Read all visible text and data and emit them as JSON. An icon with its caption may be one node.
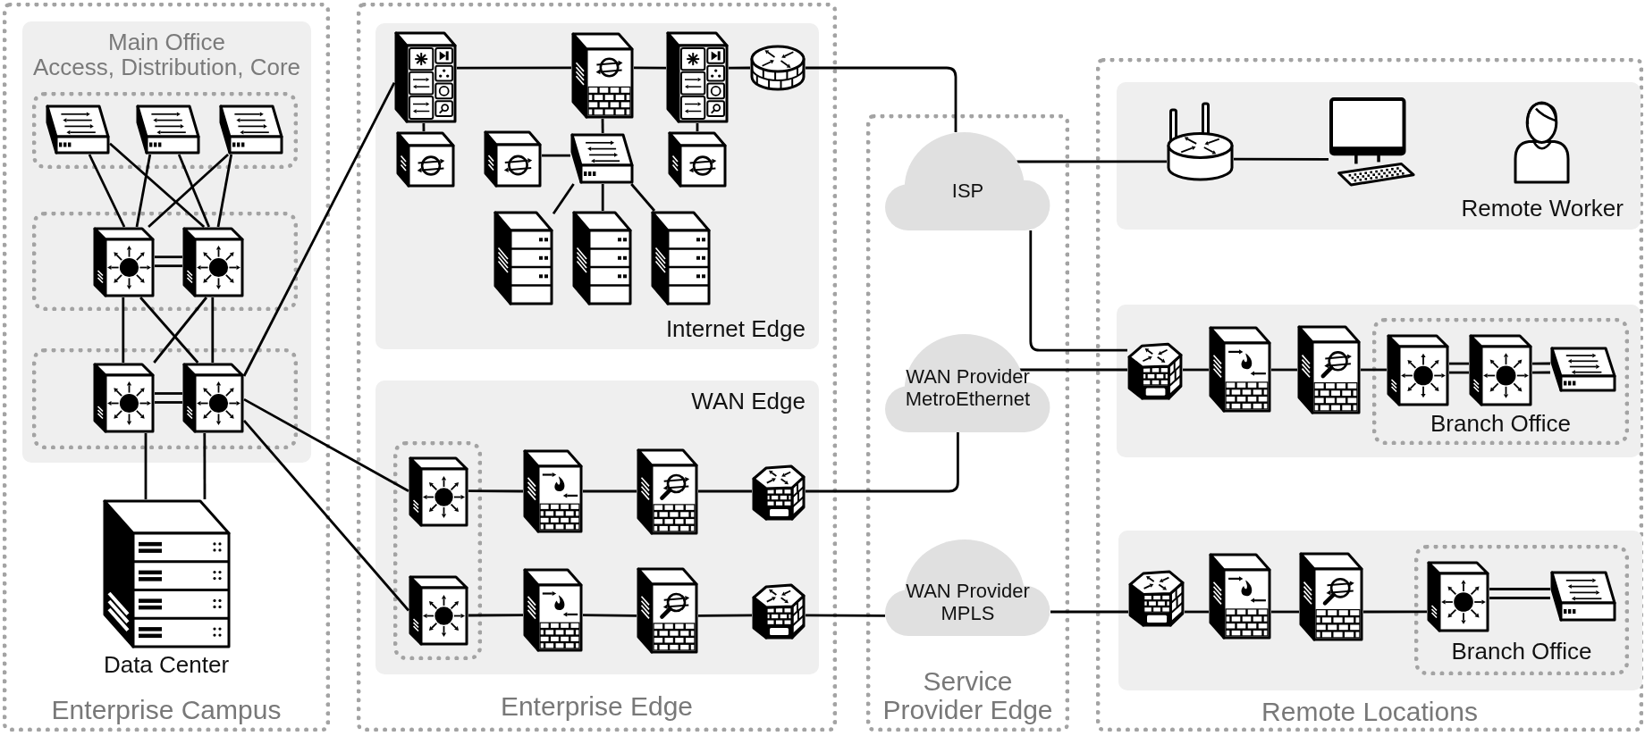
{
  "diagram": {
    "nodes": [
      {
        "text": [
          "Enterprise Campus"
        ]
      },
      {
        "text": [
          "Main Office",
          "Access, Distribution, Core"
        ],
        "in": 0
      },
      {
        "text": [],
        "shape": "box",
        "in": 1
      },
      {
        "text": [],
        "shape": "picture",
        "in": 2
      },
      {
        "text": [],
        "shape": "picture",
        "in": 2
      },
      {
        "text": [],
        "shape": "picture",
        "in": 2
      },
      {
        "text": [],
        "shape": "box",
        "in": 1
      },
      {
        "text": [],
        "shape": "picture",
        "in": 6
      },
      {
        "text": [],
        "shape": "picture",
        "in": 6
      },
      {
        "text": [],
        "shape": "box",
        "in": 1
      },
      {
        "text": [],
        "shape": "picture",
        "in": 9
      },
      {
        "text": [],
        "shape": "picture",
        "in": 9
      },
      {
        "text": [
          "Data Center"
        ],
        "in": 0
      },
      {
        "text": [
          "Enterprise Edge"
        ]
      },
      {
        "text": [
          "Internet Edge"
        ],
        "in": 13
      },
      {
        "text": [],
        "shape": "picture",
        "in": 14
      },
      {
        "text": [],
        "shape": "picture",
        "in": 14
      },
      {
        "text": [],
        "shape": "picture",
        "in": 14
      },
      {
        "text": [],
        "shape": "picture",
        "in": 14
      },
      {
        "text": [],
        "shape": "picture",
        "in": 14
      },
      {
        "text": [],
        "shape": "picture",
        "in": 14
      },
      {
        "text": [],
        "shape": "picture",
        "in": 14
      },
      {
        "text": [],
        "shape": "picture",
        "in": 14
      },
      {
        "text": [],
        "shape": "picture",
        "in": 14
      },
      {
        "text": [],
        "shape": "picture",
        "in": 14
      },
      {
        "text": [],
        "shape": "picture",
        "in": 14
      },
      {
        "text": [
          "WAN Edge"
        ],
        "in": 13
      },
      {
        "text": [],
        "shape": "box",
        "in": 26
      },
      {
        "text": [],
        "shape": "picture",
        "in": 27
      },
      {
        "text": [],
        "shape": "picture",
        "in": 26
      },
      {
        "text": [],
        "shape": "picture",
        "in": 26
      },
      {
        "text": [],
        "shape": "picture",
        "in": 26
      },
      {
        "text": [],
        "shape": "picture",
        "in": 27
      },
      {
        "text": [],
        "shape": "picture",
        "in": 26
      },
      {
        "text": [],
        "shape": "picture",
        "in": 26
      },
      {
        "text": [],
        "shape": "picture",
        "in": 26
      },
      {
        "text": [
          "Service Provider Edge"
        ]
      },
      {
        "text": [
          "ISP"
        ],
        "in": 36
      },
      {
        "text": [
          "WAN Provider MetroEthernet"
        ],
        "in": 36
      },
      {
        "text": [
          "WAN Provider MPLS"
        ],
        "in": 36
      },
      {
        "text": [
          "Remote Locations"
        ]
      },
      {
        "text": [
          "Remote Worker"
        ],
        "in": 40
      },
      {
        "text": [],
        "shape": "picture",
        "in": 41
      },
      {
        "text": [],
        "shape": "picture",
        "in": 41
      },
      {
        "text": [],
        "shape": "person",
        "in": 41
      },
      {
        "text": [],
        "shape": "box",
        "in": 40
      },
      {
        "text": [],
        "shape": "picture",
        "in": 45
      },
      {
        "text": [],
        "shape": "picture",
        "in": 45
      },
      {
        "text": [],
        "shape": "picture",
        "in": 45
      },
      {
        "text": [
          "Branch Office"
        ],
        "in": 45
      },
      {
        "text": [],
        "shape": "picture",
        "in": 49
      },
      {
        "text": [],
        "shape": "picture",
        "in": 49
      },
      {
        "text": [],
        "shape": "picture",
        "in": 49
      },
      {
        "text": [],
        "shape": "box",
        "in": 40
      },
      {
        "text": [],
        "shape": "picture",
        "in": 53
      },
      {
        "text": [],
        "shape": "picture",
        "in": 53
      },
      {
        "text": [],
        "shape": "picture",
        "in": 53
      },
      {
        "text": [
          "Branch Office"
        ],
        "in": 53
      },
      {
        "text": [],
        "shape": "picture",
        "in": 57
      },
      {
        "text": [],
        "shape": "picture",
        "in": 57
      }
    ],
    "edges": [
      {
        "from": 3,
        "to": 7,
        "arrow": "none"
      },
      {
        "from": 3,
        "to": 8,
        "arrow": "none"
      },
      {
        "from": 4,
        "to": 7,
        "arrow": "none"
      },
      {
        "from": 4,
        "to": 8,
        "arrow": "none"
      },
      {
        "from": 5,
        "to": 7,
        "arrow": "none"
      },
      {
        "from": 5,
        "to": 8,
        "arrow": "none"
      },
      {
        "from": 7,
        "to": 8,
        "arrow": "none"
      },
      {
        "from": 7,
        "to": 8,
        "arrow": "none"
      },
      {
        "from": 7,
        "to": 10,
        "arrow": "none"
      },
      {
        "from": 7,
        "to": 11,
        "arrow": "none"
      },
      {
        "from": 8,
        "to": 10,
        "arrow": "none"
      },
      {
        "from": 8,
        "to": 11,
        "arrow": "none"
      },
      {
        "from": 10,
        "to": 11,
        "arrow": "none"
      },
      {
        "from": 10,
        "to": 11,
        "arrow": "none"
      },
      {
        "from": 10,
        "to": 12,
        "arrow": "none"
      },
      {
        "from": 11,
        "to": 12,
        "arrow": "none"
      },
      {
        "from": 11,
        "to": 15,
        "arrow": "none"
      },
      {
        "from": 11,
        "to": 28,
        "arrow": "none"
      },
      {
        "from": 11,
        "to": 32,
        "arrow": "none"
      },
      {
        "from": 15,
        "to": 16,
        "arrow": "none"
      },
      {
        "from": 16,
        "to": 17,
        "arrow": "none"
      },
      {
        "from": 17,
        "to": 18,
        "arrow": "none"
      },
      {
        "from": 18,
        "to": 37,
        "arrow": "none"
      },
      {
        "from": 15,
        "to": 19,
        "arrow": "none"
      },
      {
        "from": 16,
        "to": 21,
        "arrow": "none"
      },
      {
        "from": 17,
        "to": 22,
        "arrow": "none"
      },
      {
        "from": 20,
        "to": 21,
        "arrow": "none"
      },
      {
        "from": 21,
        "to": 23,
        "arrow": "none"
      },
      {
        "from": 21,
        "to": 24,
        "arrow": "none"
      },
      {
        "from": 21,
        "to": 25,
        "arrow": "none"
      },
      {
        "from": 28,
        "to": 29,
        "arrow": "none"
      },
      {
        "from": 29,
        "to": 30,
        "arrow": "none"
      },
      {
        "from": 30,
        "to": 31,
        "arrow": "none"
      },
      {
        "from": 31,
        "to": 38,
        "arrow": "none"
      },
      {
        "from": 32,
        "to": 33,
        "arrow": "none"
      },
      {
        "from": 33,
        "to": 34,
        "arrow": "none"
      },
      {
        "from": 34,
        "to": 35,
        "arrow": "none"
      },
      {
        "from": 35,
        "to": 39,
        "arrow": "none"
      },
      {
        "from": 37,
        "to": 42,
        "arrow": "none"
      },
      {
        "from": 42,
        "to": 43,
        "arrow": "none"
      },
      {
        "from": 37,
        "to": 46,
        "arrow": "none"
      },
      {
        "from": 38,
        "to": 46,
        "arrow": "none"
      },
      {
        "from": 46,
        "to": 47,
        "arrow": "none"
      },
      {
        "from": 47,
        "to": 48,
        "arrow": "none"
      },
      {
        "from": 48,
        "to": 50,
        "arrow": "none"
      },
      {
        "from": 50,
        "to": 51,
        "arrow": "none"
      },
      {
        "from": 50,
        "to": 51,
        "arrow": "none"
      },
      {
        "from": 51,
        "to": 52,
        "arrow": "none"
      },
      {
        "from": 51,
        "to": 52,
        "arrow": "none"
      },
      {
        "from": 39,
        "to": 54,
        "arrow": "none"
      },
      {
        "from": 54,
        "to": 55,
        "arrow": "none"
      },
      {
        "from": 55,
        "to": 56,
        "arrow": "none"
      },
      {
        "from": 56,
        "to": 58,
        "arrow": "none"
      },
      {
        "from": 58,
        "to": 59,
        "arrow": "none"
      },
      {
        "from": 58,
        "to": 59,
        "arrow": "none"
      }
    ]
  }
}
